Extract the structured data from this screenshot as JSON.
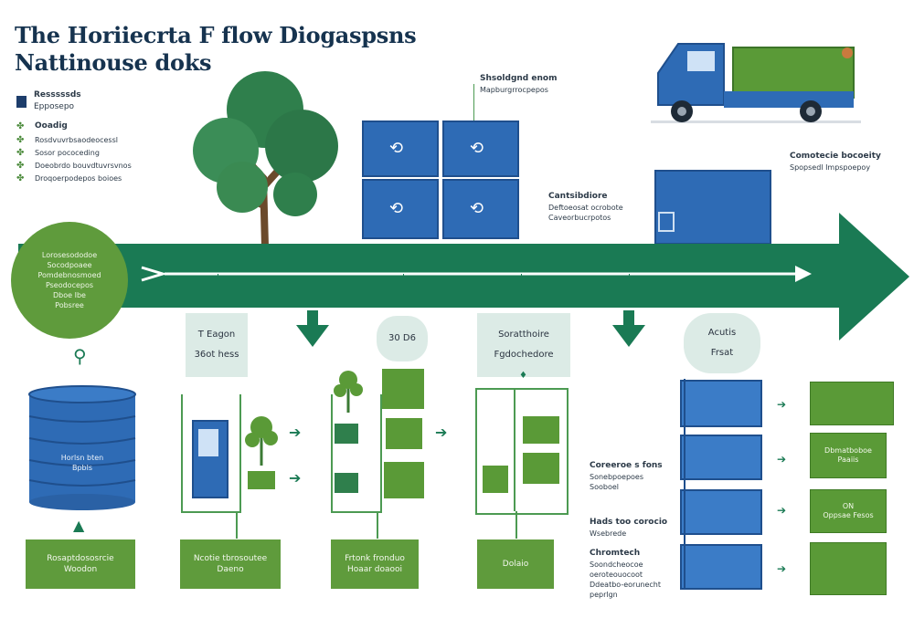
{
  "title": {
    "line1": "The Horiiecrta F flow Diogaspsns",
    "line2": "Nattinouse  doks"
  },
  "legend": {
    "main_lines": [
      "Resssssds",
      "Epposepo"
    ],
    "section_title": "Ooadig",
    "items": [
      "Rosdvuvrbsaodeocessl",
      "Sosor pococeding",
      "Doeobrdo bouvdtuvrsvnos",
      "Droqoerpodepos boioes"
    ]
  },
  "left_circle": {
    "lines": [
      "Lorosesododoe",
      "Socodpoaee",
      "Pomdebnosmoed",
      "Pseodocepos",
      "Dboe Ibe",
      "Pobsree"
    ]
  },
  "top_labels": {
    "dumpster_callout": {
      "title": "Shsoldgnd enom",
      "sub": "Mapburgrrocpepos"
    },
    "container_callout": {
      "title": "Cantsibdiore",
      "lines": [
        "Deftoeosat ocrobote",
        "Caveorbucrpotos"
      ]
    },
    "truck_callout": {
      "title": "Comotecie bocoeity",
      "sub": "Spopsedl Impspoepoy"
    }
  },
  "stage_bubbles": [
    {
      "line1": "T Eagon",
      "line2": "36ot hess"
    },
    {
      "line1": "30 D6",
      "line2": ""
    },
    {
      "line1": "Soratthoire",
      "line2": "Fgdochedore"
    },
    {
      "line1": "Acutis",
      "line2": "Frsat"
    }
  ],
  "barrel_label": {
    "line1": "Horlsn bten",
    "line2": "Bpbls"
  },
  "bottom_boxes": [
    {
      "line1": "Rosaptdososrcie",
      "line2": "Woodon"
    },
    {
      "line1": "Ncotie tbrosoutee",
      "line2": "Daeno"
    },
    {
      "line1": "Frtonk fronduo",
      "line2": "Hoaar doaooi"
    },
    {
      "line1": "Dolaio",
      "line2": ""
    }
  ],
  "right_notes": {
    "n1": {
      "title": "Coreeroe s fons",
      "lines": [
        "Sonebpoepoes",
        "Sooboel"
      ]
    },
    "n2": {
      "title": "Hads too corocio",
      "lines": [
        "Wsebrede"
      ]
    },
    "n3": {
      "title": "Chromtech",
      "lines": [
        "Soondcheocoe",
        "oeroteouocoot",
        "Ddeatbo-eorunecht",
        "peprlgn"
      ]
    }
  },
  "right_bins": [
    {
      "line1": "",
      "line2": ""
    },
    {
      "line1": "Dbmatboboe",
      "line2": "Paaiis"
    },
    {
      "line1": "ON",
      "line2": "Oppsae Fesos"
    },
    {
      "line1": "",
      "line2": ""
    }
  ],
  "colors": {
    "arrow_green": "#1a7a54",
    "bin_blue": "#2e6bb5",
    "leaf_green": "#5f9b3c",
    "bubble_bg": "#dcebe6"
  }
}
